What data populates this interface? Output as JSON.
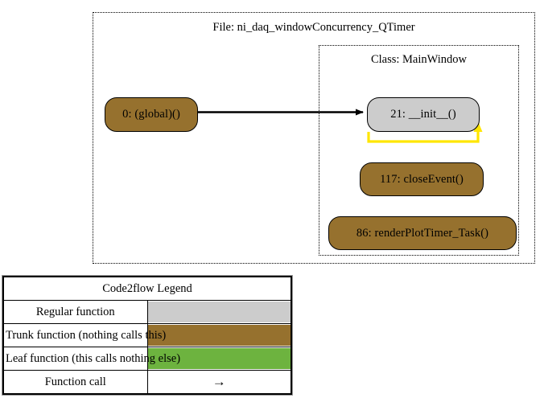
{
  "diagram": {
    "type": "call-graph",
    "file_cluster": {
      "label": "File: ni_daq_windowConcurrency_QTimer"
    },
    "class_cluster": {
      "label": "Class: MainWindow"
    },
    "nodes": [
      {
        "id": "global",
        "label": "0: (global)()",
        "kind": "trunk",
        "color": "#96712e"
      },
      {
        "id": "init",
        "label": "21: __init__()",
        "kind": "regular",
        "color": "#cccccc"
      },
      {
        "id": "closeEvent",
        "label": "117: closeEvent()",
        "kind": "trunk",
        "color": "#96712e"
      },
      {
        "id": "render",
        "label": "86: renderPlotTimer_Task()",
        "kind": "trunk",
        "color": "#96712e"
      }
    ],
    "edges": [
      {
        "from": "global",
        "to": "init",
        "color": "#000000",
        "style": "straight"
      },
      {
        "from": "init",
        "to": "init",
        "color": "#ffe600",
        "style": "self-loop"
      }
    ]
  },
  "legend": {
    "title": "Code2flow Legend",
    "rows": [
      {
        "label": "Regular function",
        "swatch": "#cccccc"
      },
      {
        "label": "Trunk function (nothing calls this)",
        "swatch": "#96712e"
      },
      {
        "label": "Leaf function (this calls nothing else)",
        "swatch": "#6db33f"
      },
      {
        "label": "Function call",
        "swatch": "→"
      }
    ],
    "arrow_glyph": "→"
  }
}
